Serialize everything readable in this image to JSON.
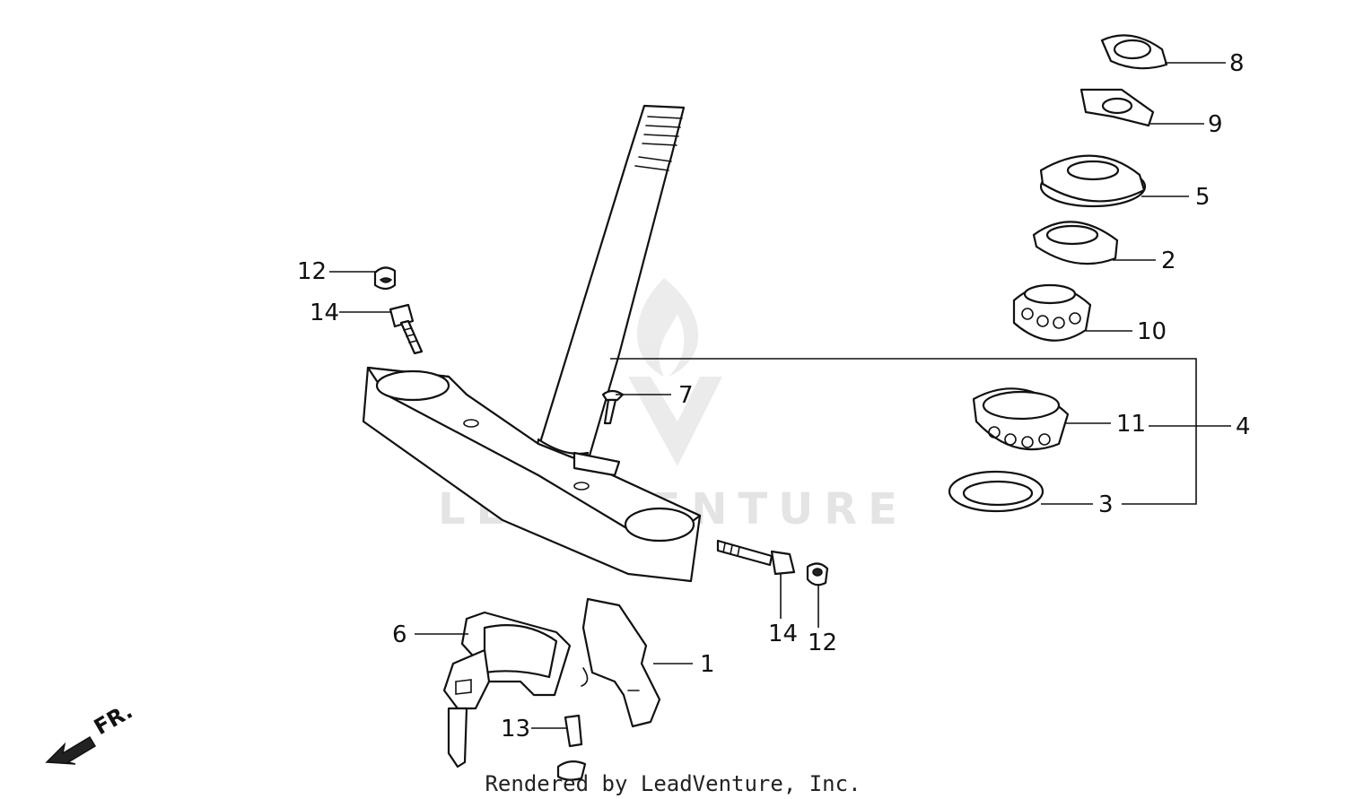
{
  "watermark": {
    "text": "LEADVENTURE"
  },
  "footer": {
    "credit": "Rendered by LeadVenture, Inc."
  },
  "direction": {
    "label": "FR."
  },
  "callouts": {
    "c1": "1",
    "c2": "2",
    "c3": "3",
    "c4": "4",
    "c5": "5",
    "c6": "6",
    "c7": "7",
    "c8": "8",
    "c9": "9",
    "c10": "10",
    "c11": "11",
    "c12a": "12",
    "c12b": "12",
    "c13": "13",
    "c14a": "14",
    "c14b": "14"
  }
}
